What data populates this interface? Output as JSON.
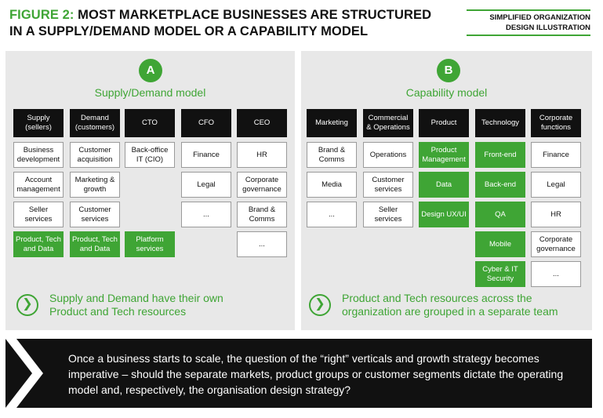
{
  "header": {
    "title_prefix": "FIGURE 2:",
    "title_line1_rest": " MOST MARKETPLACE BUSINESSES ARE STRUCTURED",
    "title_line2": "IN A SUPPLY/DEMAND MODEL OR A CAPABILITY MODEL",
    "tag_line1": "SIMPLIFIED ORGANIZATION",
    "tag_line2": "DESIGN ILLUSTRATION"
  },
  "colors": {
    "accent": "#3fa535",
    "header_box": "#111111",
    "panel_bg": "#e8e8e8",
    "box_border": "#9a9a9a"
  },
  "panel_a": {
    "badge": "A",
    "title": "Supply/Demand model",
    "columns": [
      {
        "header": [
          "Supply",
          "(sellers)"
        ],
        "cells": [
          {
            "text": [
              "Business",
              "development"
            ],
            "style": "white"
          },
          {
            "text": [
              "Account",
              "management"
            ],
            "style": "white"
          },
          {
            "text": [
              "Seller",
              "services"
            ],
            "style": "white"
          },
          {
            "text": [
              "Product, Tech",
              "and Data"
            ],
            "style": "green"
          }
        ]
      },
      {
        "header": [
          "Demand",
          "(customers)"
        ],
        "cells": [
          {
            "text": [
              "Customer",
              "acquisition"
            ],
            "style": "white"
          },
          {
            "text": [
              "Marketing &",
              "growth"
            ],
            "style": "white"
          },
          {
            "text": [
              "Customer",
              "services"
            ],
            "style": "white"
          },
          {
            "text": [
              "Product, Tech",
              "and Data"
            ],
            "style": "green"
          }
        ]
      },
      {
        "header": [
          "CTO"
        ],
        "cells": [
          {
            "text": [
              "Back-office",
              "IT (CIO)"
            ],
            "style": "white"
          },
          null,
          null,
          {
            "text": [
              "Platform",
              "services"
            ],
            "style": "green"
          }
        ]
      },
      {
        "header": [
          "CFO"
        ],
        "cells": [
          {
            "text": [
              "Finance"
            ],
            "style": "white"
          },
          {
            "text": [
              "Legal"
            ],
            "style": "white"
          },
          {
            "text": [
              "..."
            ],
            "style": "white"
          },
          null
        ]
      },
      {
        "header": [
          "CEO"
        ],
        "cells": [
          {
            "text": [
              "HR"
            ],
            "style": "white"
          },
          {
            "text": [
              "Corporate",
              "governance"
            ],
            "style": "white"
          },
          {
            "text": [
              "Brand &",
              "Comms"
            ],
            "style": "white"
          },
          {
            "text": [
              "..."
            ],
            "style": "white"
          }
        ]
      }
    ],
    "note_icon": "chevron-right-circle-icon",
    "note_line1": "Supply and Demand have their own",
    "note_line2": "Product and Tech resources"
  },
  "panel_b": {
    "badge": "B",
    "title": "Capability model",
    "columns": [
      {
        "header": [
          "Marketing"
        ],
        "cells": [
          {
            "text": [
              "Brand &",
              "Comms"
            ],
            "style": "white"
          },
          {
            "text": [
              "Media"
            ],
            "style": "white"
          },
          {
            "text": [
              "..."
            ],
            "style": "white"
          }
        ]
      },
      {
        "header": [
          "Commercial",
          "& Operations"
        ],
        "cells": [
          {
            "text": [
              "Operations"
            ],
            "style": "white"
          },
          {
            "text": [
              "Customer",
              "services"
            ],
            "style": "white"
          },
          {
            "text": [
              "Seller",
              "services"
            ],
            "style": "white"
          }
        ]
      },
      {
        "header": [
          "Product"
        ],
        "cells": [
          {
            "text": [
              "Product",
              "Management"
            ],
            "style": "green"
          },
          {
            "text": [
              "Data"
            ],
            "style": "green"
          },
          {
            "text": [
              "Design UX/UI"
            ],
            "style": "green"
          }
        ]
      },
      {
        "header": [
          "Technology"
        ],
        "cells": [
          {
            "text": [
              "Front-end"
            ],
            "style": "green"
          },
          {
            "text": [
              "Back-end"
            ],
            "style": "green"
          },
          {
            "text": [
              "QA"
            ],
            "style": "green"
          },
          {
            "text": [
              "Mobile"
            ],
            "style": "green"
          },
          {
            "text": [
              "Cyber & IT",
              "Security"
            ],
            "style": "green"
          }
        ]
      },
      {
        "header": [
          "Corporate",
          "functions"
        ],
        "cells": [
          {
            "text": [
              "Finance"
            ],
            "style": "white"
          },
          {
            "text": [
              "Legal"
            ],
            "style": "white"
          },
          {
            "text": [
              "HR"
            ],
            "style": "white"
          },
          {
            "text": [
              "Corporate",
              "governance"
            ],
            "style": "white"
          },
          {
            "text": [
              "..."
            ],
            "style": "white"
          }
        ]
      }
    ],
    "note_icon": "chevron-right-circle-icon",
    "note_line1": "Product and Tech resources across the",
    "note_line2": "organization are grouped in a separate team"
  },
  "footer": {
    "icon": "chevron-right-icon",
    "text": "Once a business starts to scale, the question of the “right” verticals and growth strategy becomes imperative – should the separate markets, product groups or customer segments dictate the operating model and, respectively, the organisation design strategy?"
  }
}
